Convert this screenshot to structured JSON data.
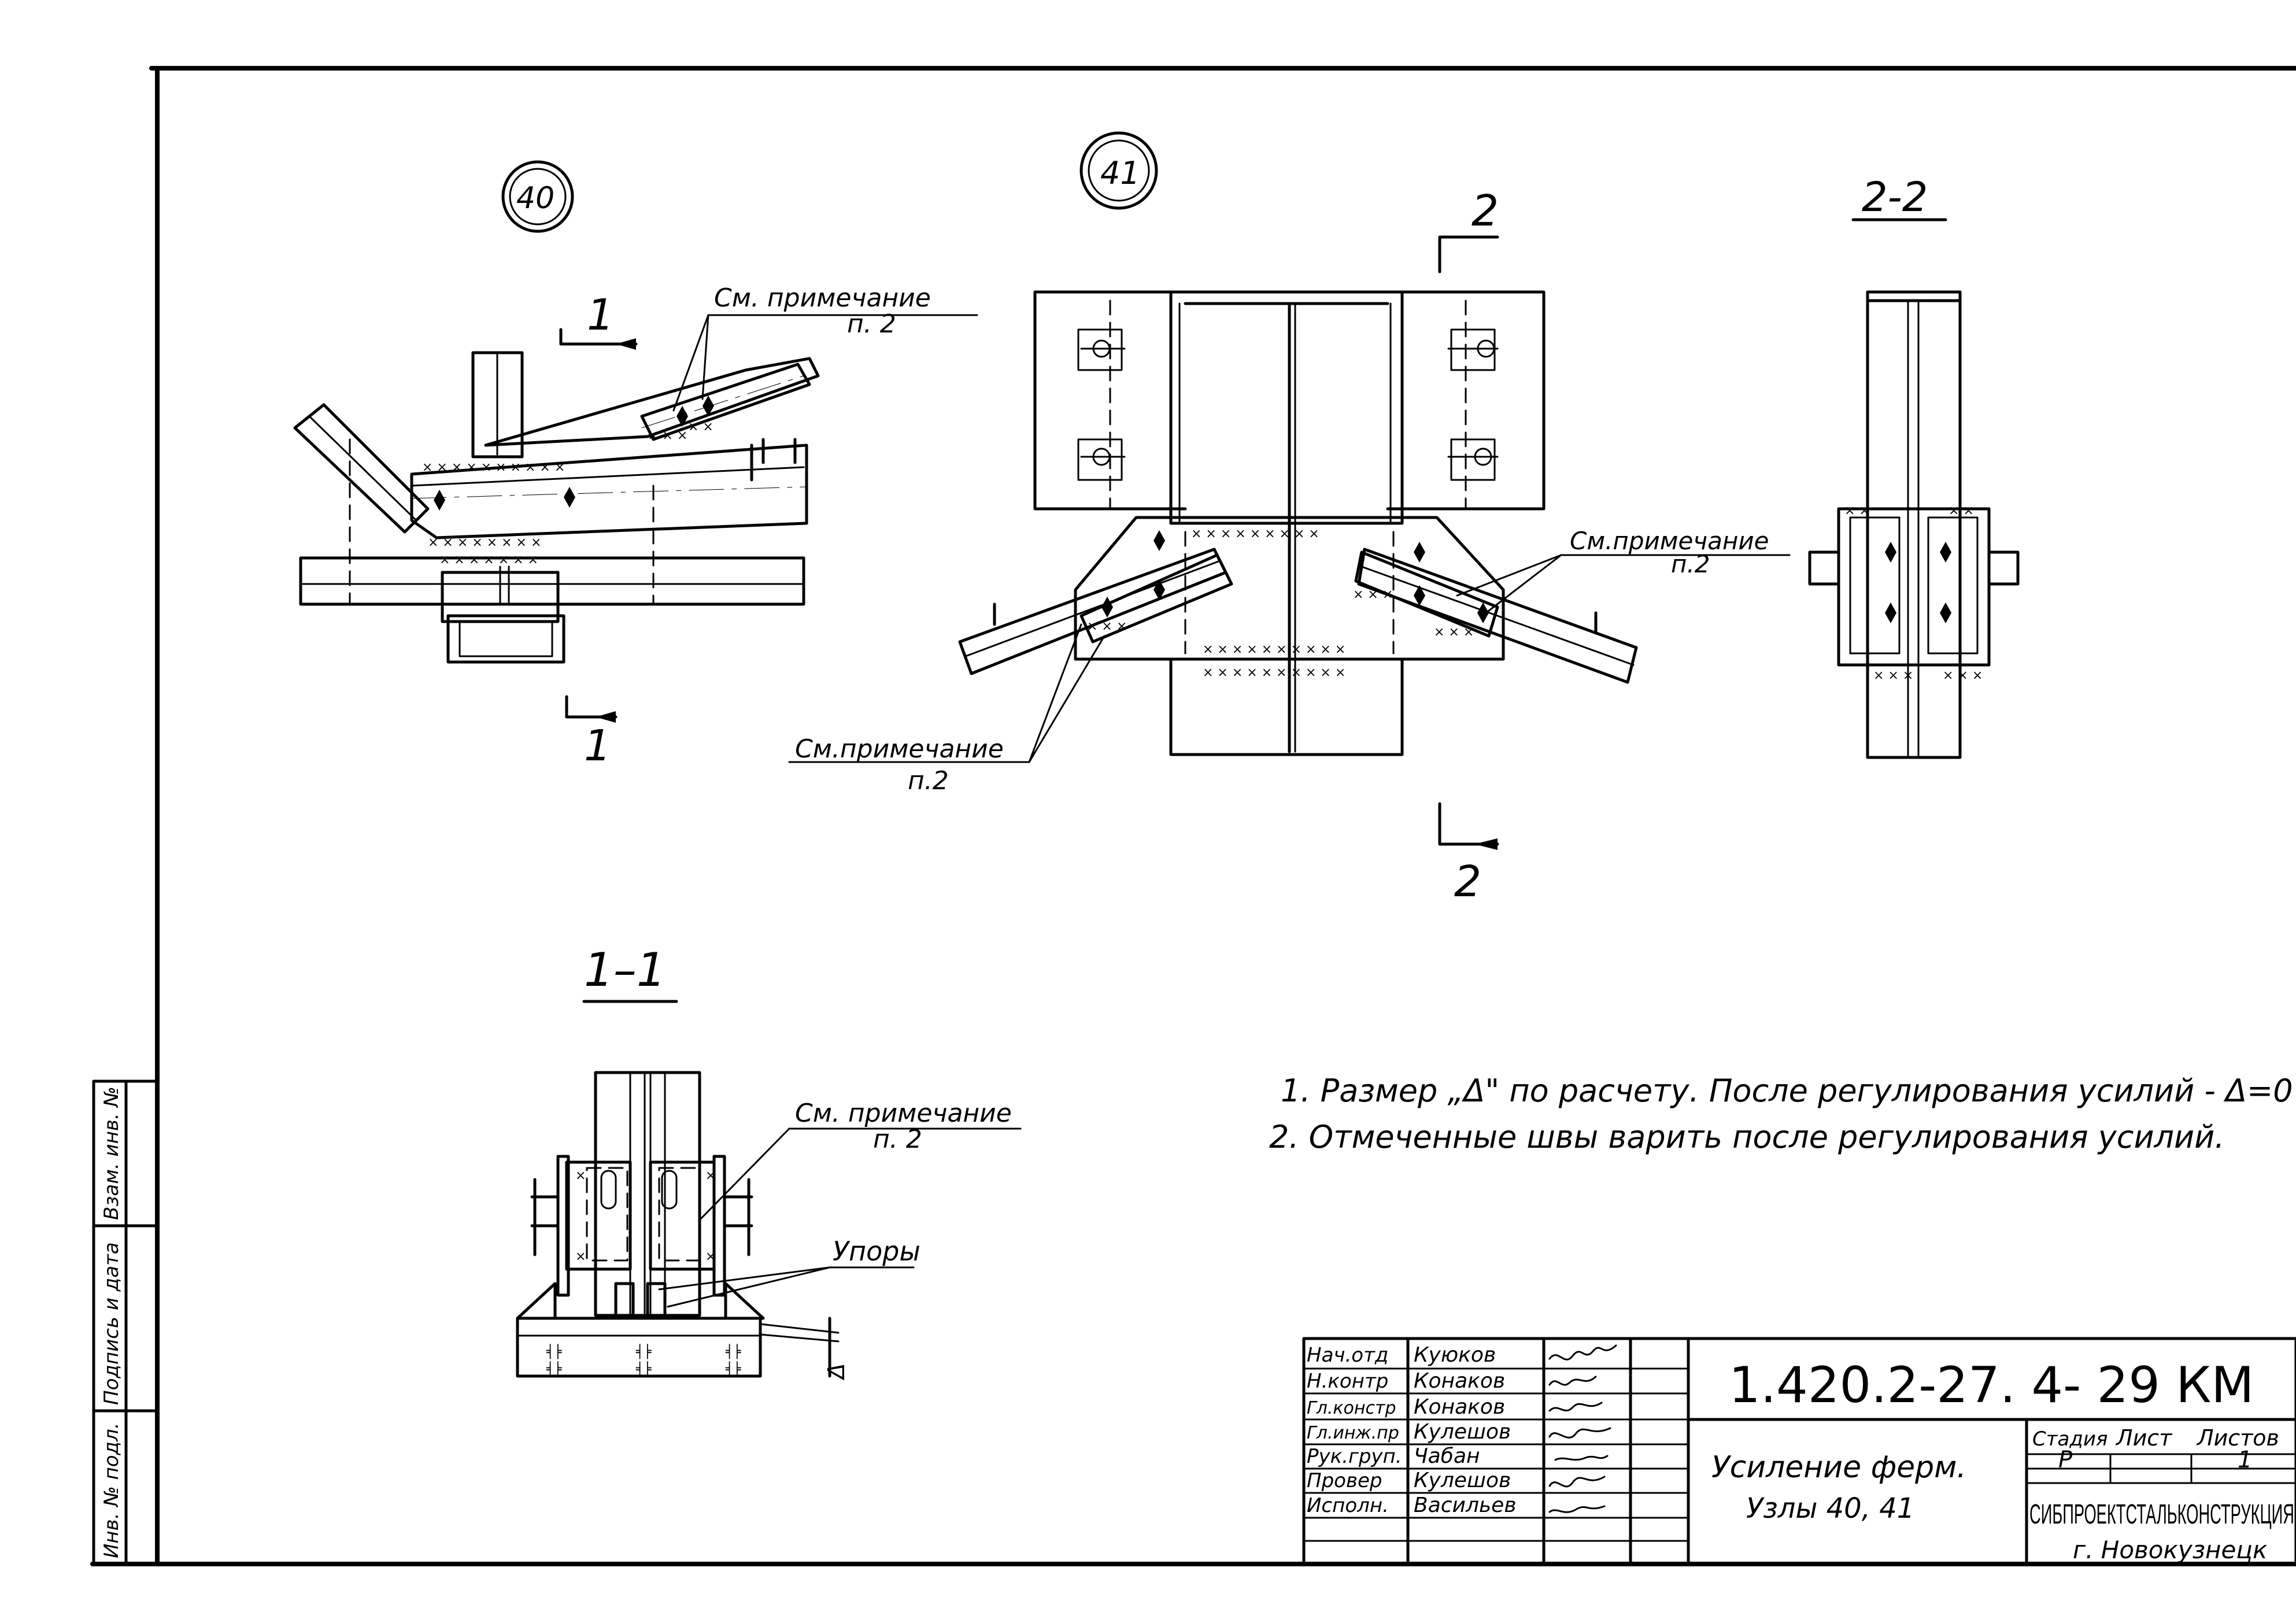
{
  "nodes": {
    "node_40": "40",
    "node_41": "41"
  },
  "sections": {
    "mark_1_top": "1",
    "mark_1_bottom": "1",
    "mark_2_top": "2",
    "mark_2_bottom": "2",
    "title_2_2": "2-2",
    "title_1_1": "1–1"
  },
  "callouts": {
    "see_note": "См. примечание",
    "see_note_compact": "См.примечание",
    "item_2": "п. 2",
    "item_2_compact": "п.2",
    "stops": "Упоры"
  },
  "dimension": {
    "delta": "Δ"
  },
  "notes": [
    "1. Размер „Δ\" по расчету. После регулирования усилий - Δ=0",
    "2. Отмеченные швы варить после регулирования усилий."
  ],
  "side_stamp": {
    "inv_no_orig": "Инв. № подл.",
    "sign_date": "Подпись и дата",
    "replaces_inv": "Взам. инв. №"
  },
  "title_block": {
    "roles": [
      "Нач.отд",
      "Н.контр",
      "Гл.констр",
      "Гл.инж.пр",
      "Рук.груп.",
      "Провер",
      "Исполн."
    ],
    "names": [
      "Куюков",
      "Конаков",
      "Конаков",
      "Кулешов",
      "Чабан",
      "Кулешов",
      "Васильев"
    ],
    "doc_code": "1.420.2-27. 4- 29 КМ",
    "title_line1": "Усиление ферм.",
    "title_line2": "Узлы 40, 41",
    "stage_label": "Стадия",
    "sheet_label": "Лист",
    "sheets_label": "Листов",
    "stage_value": "Р",
    "sheets_value": "1",
    "organization": "СИБПРОЕКТСТАЛЬКОНСТРУКЦИЯ",
    "city": "г. Новокузнецк"
  }
}
